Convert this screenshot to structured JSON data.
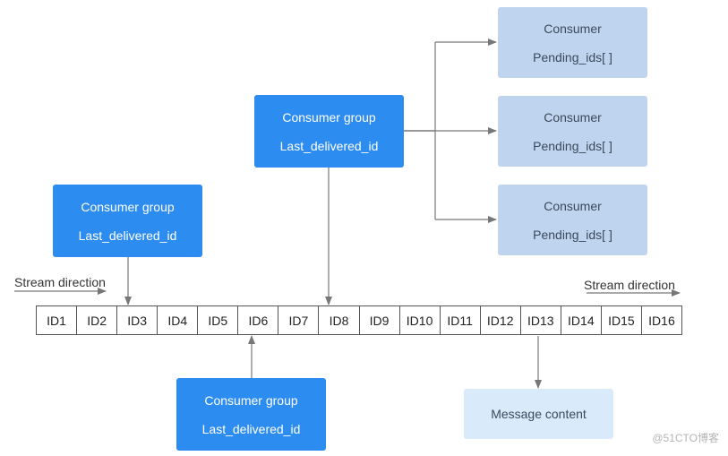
{
  "consumer_groups": [
    {
      "title": "Consumer group",
      "field": "Last_delivered_id"
    },
    {
      "title": "Consumer group",
      "field": "Last_delivered_id"
    },
    {
      "title": "Consumer group",
      "field": "Last_delivered_id"
    }
  ],
  "consumers": [
    {
      "title": "Consumer",
      "field": "Pending_ids[ ]"
    },
    {
      "title": "Consumer",
      "field": "Pending_ids[ ]"
    },
    {
      "title": "Consumer",
      "field": "Pending_ids[ ]"
    }
  ],
  "stream": {
    "direction_label": "Stream direction",
    "ids": [
      "ID1",
      "ID2",
      "ID3",
      "ID4",
      "ID5",
      "ID6",
      "ID7",
      "ID8",
      "ID9",
      "ID10",
      "ID11",
      "ID12",
      "ID13",
      "ID14",
      "ID15",
      "ID16"
    ]
  },
  "message_content": "Message content",
  "watermark": "@51CTO博客",
  "colors": {
    "group_box": "#2d8cf0",
    "consumer_box": "#bfd4ee",
    "message_box": "#d9eafb",
    "arrow": "#777777"
  }
}
